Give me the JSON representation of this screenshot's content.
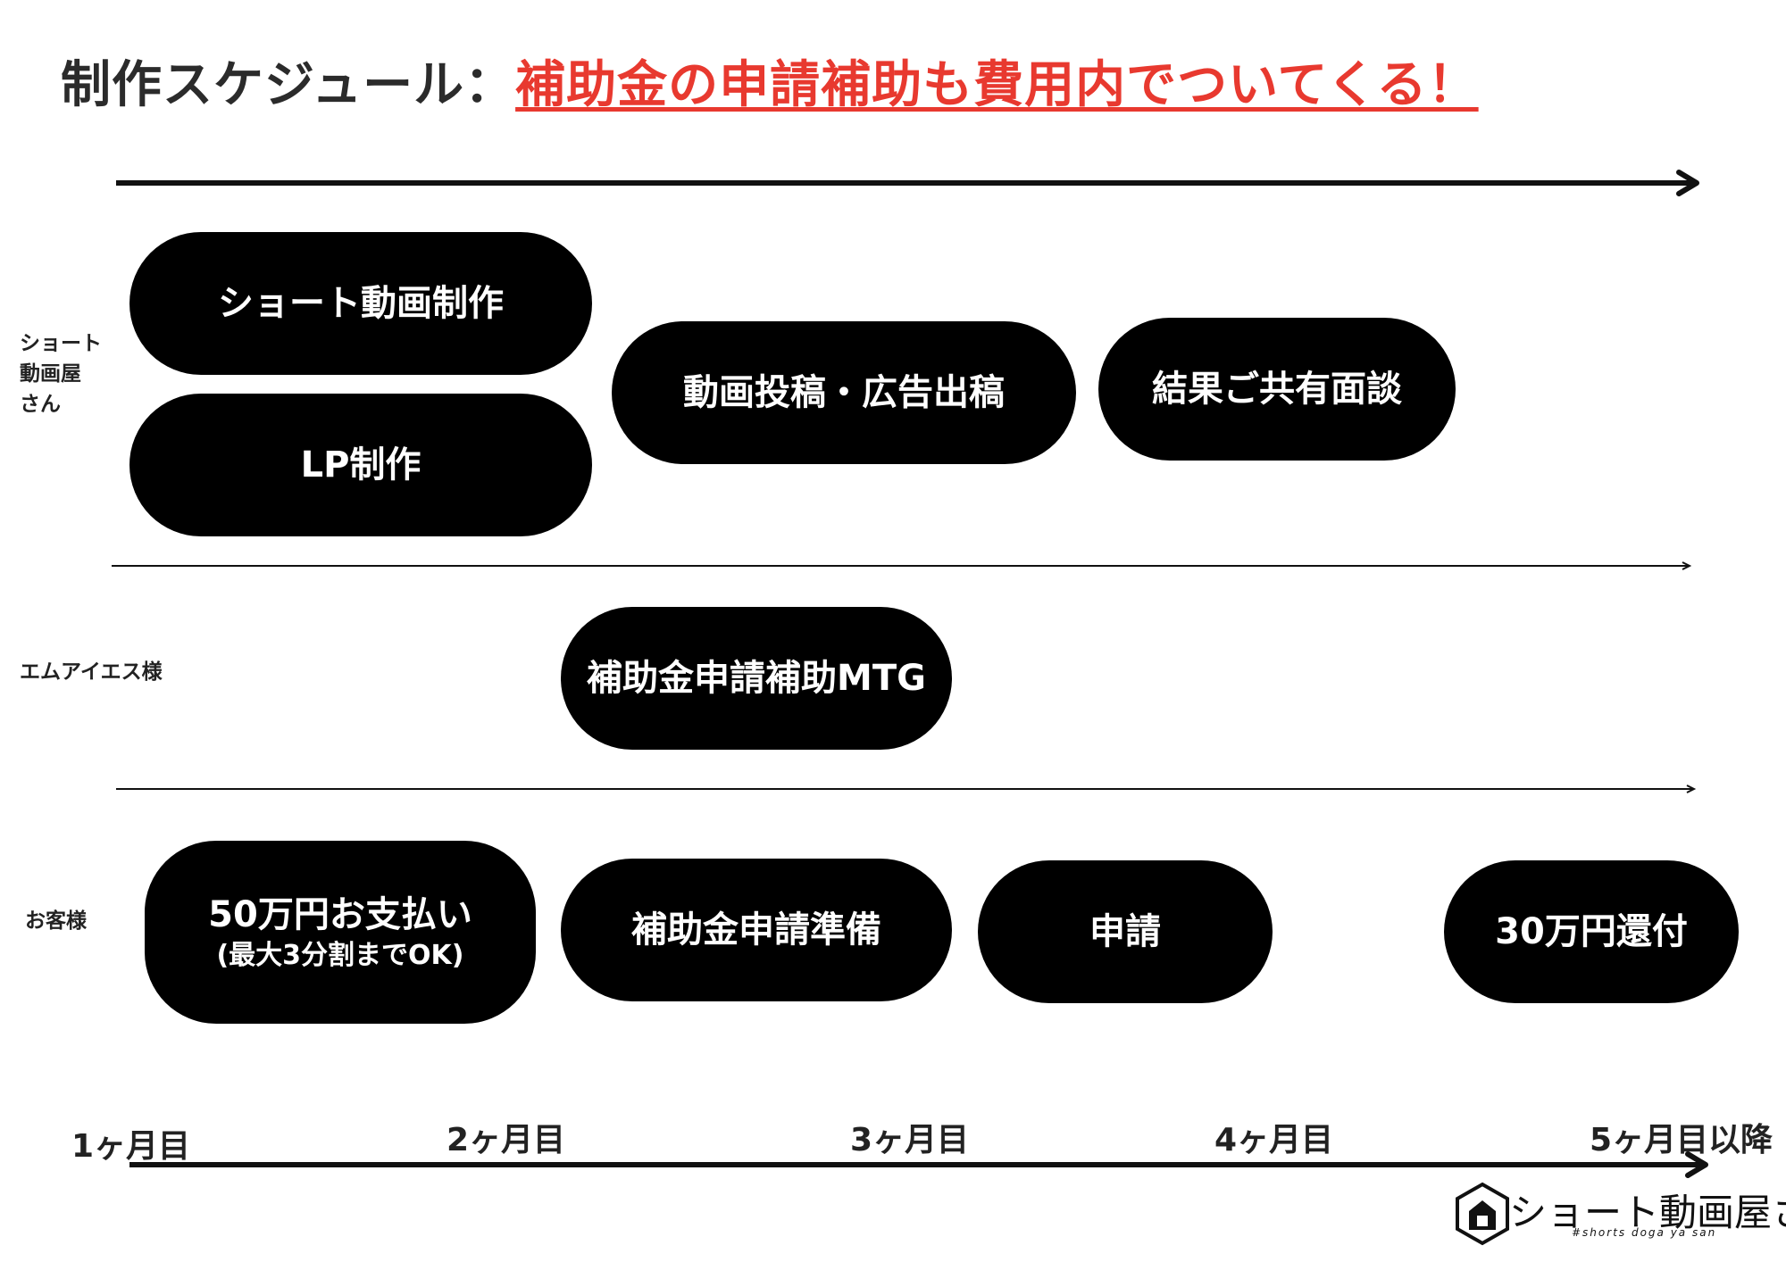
{
  "title": {
    "main": "制作スケジュール：",
    "accent": "補助金の申請補助も費用内でついてくる！"
  },
  "lanes": {
    "vendor": "ショート\n動画屋\nさん",
    "mis": "エムアイエス様",
    "client": "お客様"
  },
  "tasks": {
    "short_video": "ショート動画制作",
    "lp": "LP制作",
    "posting": "動画投稿・広告出稿",
    "results": "結果ご共有面談",
    "subsidy_mtg": "補助金申請補助MTG",
    "payment_line1": "50万円お支払い",
    "payment_line2": "(最大3分割までOK)",
    "prep": "補助金申請準備",
    "apply": "申請",
    "refund": "30万円還付"
  },
  "timeline": {
    "m1": "1ヶ月目",
    "m2": "2ヶ月目",
    "m3": "3ヶ月目",
    "m4": "4ヶ月目",
    "m5": "5ヶ月目以降"
  },
  "logo": {
    "name": "ショート動画屋さん",
    "sub": "#shorts doga ya san"
  },
  "colors": {
    "accent": "#e8392f",
    "pill": "#000000",
    "text": "#222222"
  }
}
